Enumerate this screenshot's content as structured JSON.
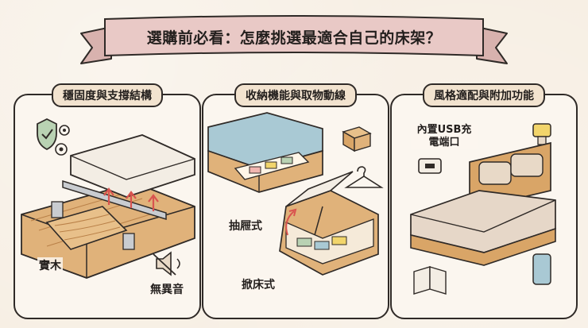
{
  "title": "選購前必看：怎麼挑選最適合自己的床架？",
  "panels": [
    {
      "header": "穩固度與支撐結構",
      "labels": {
        "solid_wood": "實木",
        "silent": "無異音"
      }
    },
    {
      "header": "收納機能與取物動線",
      "labels": {
        "drawer": "抽屜式",
        "lift": "掀床式"
      }
    },
    {
      "header": "風格適配與附加功能",
      "labels": {
        "usb": "內置USB充電端口"
      }
    }
  ],
  "colors": {
    "background": "#f7efe4",
    "ribbon": "#e9c9c6",
    "header_fill": "#f2e3cf",
    "wood": "#d9a567",
    "wood_dark": "#b98048",
    "mattress": "#f3ede4",
    "sheet_blue": "#a9c9d4"
  }
}
